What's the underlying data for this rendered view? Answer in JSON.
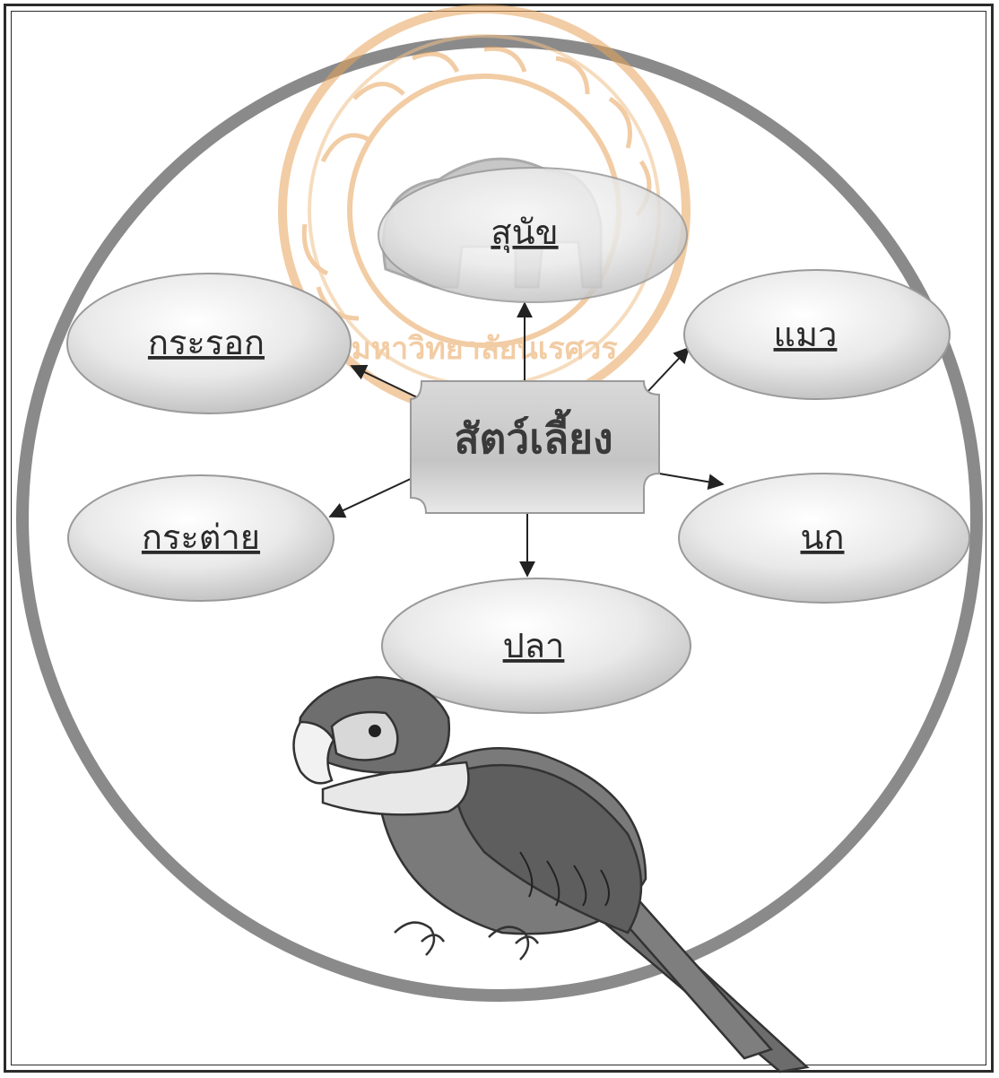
{
  "diagram": {
    "center": {
      "label": "สัตว์เลี้ยง"
    },
    "nodes": [
      {
        "id": "dog",
        "label": "สุนัข"
      },
      {
        "id": "cat",
        "label": "แมว"
      },
      {
        "id": "squirrel",
        "label": "กระรอก"
      },
      {
        "id": "rabbit",
        "label": "กระต่าย"
      },
      {
        "id": "bird",
        "label": "นก"
      },
      {
        "id": "fish",
        "label": "ปลา"
      }
    ]
  },
  "watermark": {
    "text": "มหาวิทยาลัยนเรศวร",
    "color": "#e8a45a",
    "description_icon": "university-elephant-seal-icon"
  },
  "illustration": {
    "icon": "parrot-icon"
  },
  "colors": {
    "ring": "#8a8a8a",
    "bubble": "#dcdcdc",
    "center_box": "#c9c9c9"
  }
}
